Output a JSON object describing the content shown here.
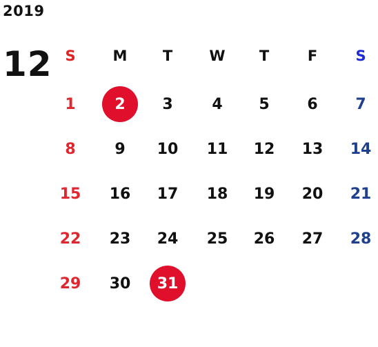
{
  "calendar": {
    "year": "2019",
    "month": "12",
    "weekdays": [
      "S",
      "M",
      "T",
      "W",
      "T",
      "F",
      "S"
    ],
    "weeks": [
      [
        "1",
        "2",
        "3",
        "4",
        "5",
        "6",
        "7"
      ],
      [
        "8",
        "9",
        "10",
        "11",
        "12",
        "13",
        "14"
      ],
      [
        "15",
        "16",
        "17",
        "18",
        "19",
        "20",
        "21"
      ],
      [
        "22",
        "23",
        "24",
        "25",
        "26",
        "27",
        "28"
      ],
      [
        "29",
        "30",
        "31",
        "",
        "",
        "",
        ""
      ]
    ],
    "highlighted_days": [
      "2",
      "31"
    ],
    "colors": {
      "sunday": "#e0262f",
      "saturday": "#1f3f8f",
      "highlight": "#e00f2c",
      "text": "#111111"
    }
  }
}
